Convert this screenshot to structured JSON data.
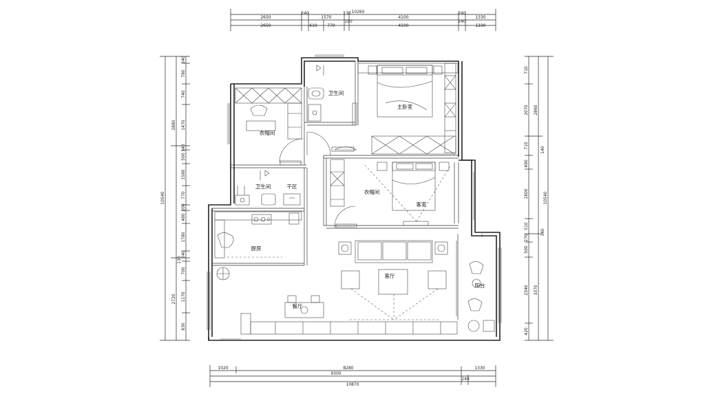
{
  "dimensions": {
    "top_row1": [
      "2650",
      "240",
      "1570",
      "130",
      "4100",
      "240",
      "1330"
    ],
    "top_total": "10260",
    "top_row2": [
      "2650",
      "610",
      "770",
      "190",
      "4100",
      "240",
      "1330"
    ],
    "bottom_row1": [
      "1020",
      "8280",
      "1330"
    ],
    "bottom_row2": [
      "9300",
      "240"
    ],
    "bottom_total": "10870",
    "left_col1": [
      "240",
      "780",
      "740",
      "1470",
      "140",
      "500",
      "1580",
      "770",
      "200",
      "480",
      "1780",
      "240",
      "130",
      "700",
      "1170",
      "830"
    ],
    "left_col2": [
      "2880",
      "2720"
    ],
    "left_total": "10540",
    "right_col1": [
      "710",
      "2070",
      "710",
      "490",
      "1800",
      "510",
      "270",
      "500",
      "2340",
      "420"
    ],
    "right_col2": [
      "2860",
      "3370"
    ],
    "right_total": "10540",
    "right_small": [
      "140",
      "140"
    ]
  },
  "rooms": {
    "master_bath": "卫生间",
    "master_bedroom": "主卧室",
    "cloakroom_1": "衣帽间",
    "bath_2": "卫生间",
    "laundry": "干区",
    "cloakroom_2": "衣帽间",
    "guest_room": "客室",
    "kitchen": "厨房",
    "living_room": "客厅",
    "dining_room": "餐厅",
    "balcony": "阳台"
  }
}
